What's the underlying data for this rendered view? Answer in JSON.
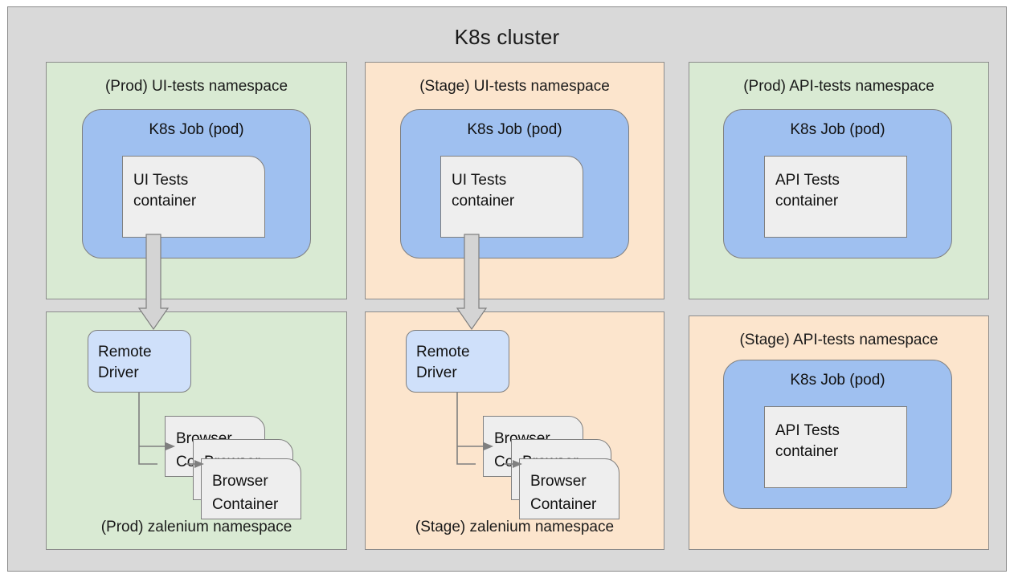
{
  "cluster": {
    "title": "K8s cluster",
    "bg_color": "#d9d9d9",
    "border_color": "#8c8c8c"
  },
  "colors": {
    "namespace_prod": "#d9ead3",
    "namespace_stage": "#fce5cd",
    "pod": "#9fc0f0",
    "container": "#eeeeee",
    "driver": "#cfe0fa",
    "stroke": "#7f7f7f",
    "arrow_fill": "#d4d4d4"
  },
  "namespaces": [
    {
      "id": "prod-ui-tests",
      "title": "(Prod) UI-tests namespace",
      "env": "Prod",
      "color": "#d9ead3",
      "pod": {
        "title": "K8s Job (pod)"
      },
      "container": {
        "label": "UI Tests\ncontainer"
      }
    },
    {
      "id": "stage-ui-tests",
      "title": "(Stage) UI-tests namespace",
      "env": "Stage",
      "color": "#fce5cd",
      "pod": {
        "title": "K8s Job (pod)"
      },
      "container": {
        "label": "UI Tests\ncontainer"
      }
    },
    {
      "id": "prod-api-tests",
      "title": "(Prod) API-tests namespace",
      "env": "Prod",
      "color": "#d9ead3",
      "pod": {
        "title": "K8s Job (pod)"
      },
      "container": {
        "label": "API Tests\ncontainer"
      }
    },
    {
      "id": "stage-api-tests",
      "title": "(Stage) API-tests namespace",
      "env": "Stage",
      "color": "#fce5cd",
      "pod": {
        "title": "K8s Job (pod)"
      },
      "container": {
        "label": "API Tests\ncontainer"
      }
    },
    {
      "id": "prod-zalenium",
      "title": "(Prod) zalenium namespace",
      "env": "Prod",
      "color": "#d9ead3",
      "driver": {
        "label": "Remote\nDriver"
      },
      "browsers": [
        {
          "label": "Browser\nContainer"
        },
        {
          "label": "Browser\nContainer"
        },
        {
          "label": "Browser\nContainer"
        }
      ]
    },
    {
      "id": "stage-zalenium",
      "title": "(Stage) zalenium namespace",
      "env": "Stage",
      "color": "#fce5cd",
      "driver": {
        "label": "Remote\nDriver"
      },
      "browsers": [
        {
          "label": "Browser\nContainer"
        },
        {
          "label": "Browser\nContainer"
        },
        {
          "label": "Browser\nContainer"
        }
      ]
    }
  ],
  "connections": [
    {
      "id": "prod-uitests-to-driver",
      "from": "UI Tests container",
      "to": "Remote Driver",
      "style": "block-arrow"
    },
    {
      "id": "stage-uitests-to-driver",
      "from": "UI Tests container",
      "to": "Remote Driver",
      "style": "block-arrow"
    },
    {
      "id": "prod-driver-to-browsers",
      "from": "Remote Driver",
      "to": "Browser Container",
      "style": "line-arrow"
    },
    {
      "id": "stage-driver-to-browsers",
      "from": "Remote Driver",
      "to": "Browser Container",
      "style": "line-arrow"
    }
  ]
}
